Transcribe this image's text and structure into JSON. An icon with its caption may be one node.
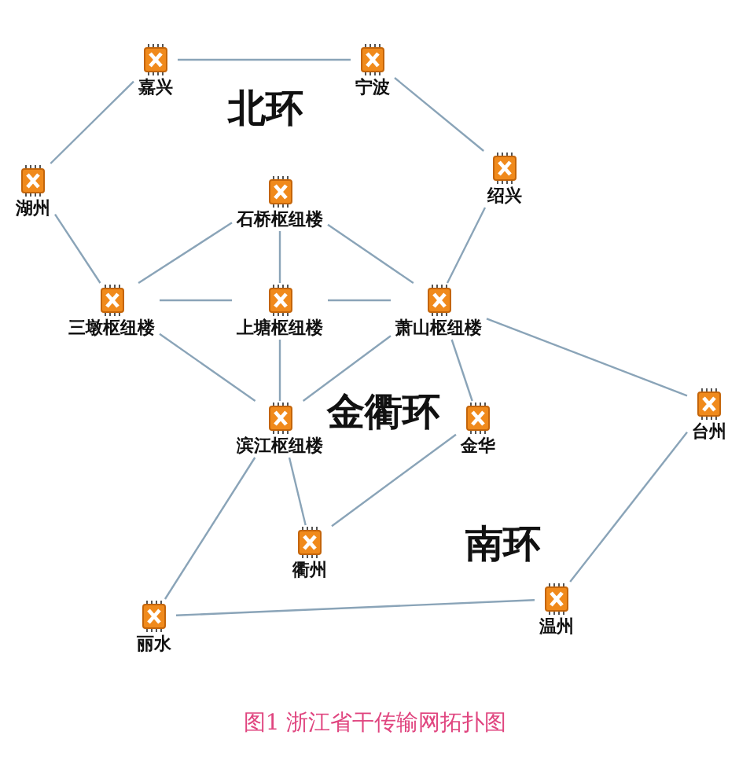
{
  "diagram": {
    "caption": "图1 浙江省干传输网拓扑图",
    "nodes": [
      {
        "text": [
          "嘉兴"
        ]
      },
      {
        "text": [
          "宁波"
        ]
      },
      {
        "text": [
          "湖州"
        ]
      },
      {
        "text": [
          "绍兴"
        ]
      },
      {
        "text": [
          "石桥枢纽楼"
        ]
      },
      {
        "text": [
          "三墩枢纽楼"
        ]
      },
      {
        "text": [
          "上塘枢纽楼"
        ]
      },
      {
        "text": [
          "萧山枢纽楼"
        ]
      },
      {
        "text": [
          "滨江枢纽楼"
        ]
      },
      {
        "text": [
          "金华"
        ]
      },
      {
        "text": [
          "台州"
        ]
      },
      {
        "text": [
          "衢州"
        ]
      },
      {
        "text": [
          "丽水"
        ]
      },
      {
        "text": [
          "温州"
        ]
      }
    ],
    "edges": [
      {
        "from": 0,
        "to": 1,
        "arrow": "none"
      },
      {
        "from": 0,
        "to": 2,
        "arrow": "none"
      },
      {
        "from": 1,
        "to": 3,
        "arrow": "none"
      },
      {
        "from": 2,
        "to": 5,
        "arrow": "none"
      },
      {
        "from": 3,
        "to": 7,
        "arrow": "none"
      },
      {
        "from": 4,
        "to": 5,
        "arrow": "none"
      },
      {
        "from": 4,
        "to": 7,
        "arrow": "none"
      },
      {
        "from": 4,
        "to": 6,
        "arrow": "none"
      },
      {
        "from": 5,
        "to": 6,
        "arrow": "none"
      },
      {
        "from": 6,
        "to": 7,
        "arrow": "none"
      },
      {
        "from": 5,
        "to": 8,
        "arrow": "none"
      },
      {
        "from": 6,
        "to": 8,
        "arrow": "none"
      },
      {
        "from": 7,
        "to": 8,
        "arrow": "none"
      },
      {
        "from": 7,
        "to": 9,
        "arrow": "none"
      },
      {
        "from": 7,
        "to": 10,
        "arrow": "none"
      },
      {
        "from": 8,
        "to": 11,
        "arrow": "none"
      },
      {
        "from": 8,
        "to": 12,
        "arrow": "none"
      },
      {
        "from": 9,
        "to": 11,
        "arrow": "none"
      },
      {
        "from": 12,
        "to": 13,
        "arrow": "none"
      },
      {
        "from": 13,
        "to": 10,
        "arrow": "none"
      }
    ],
    "labels": [
      "北环",
      "金衢环",
      "南环"
    ]
  }
}
